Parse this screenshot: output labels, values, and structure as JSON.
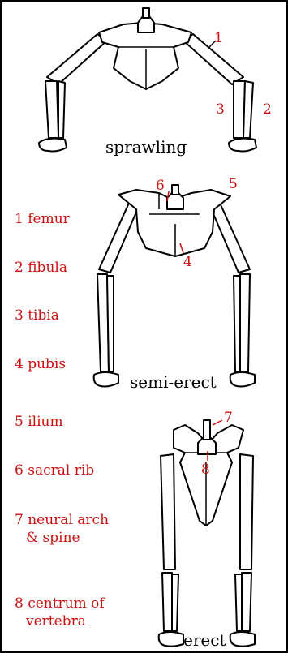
{
  "captions": {
    "sprawling": "sprawling",
    "semi_erect": "semi-erect",
    "erect": "erect"
  },
  "legend": [
    {
      "text": "1 femur"
    },
    {
      "text": "2 fibula"
    },
    {
      "text": "3 tibia"
    },
    {
      "text": "4 pubis"
    },
    {
      "text": "5 ilium"
    },
    {
      "text": "6 sacral rib"
    },
    {
      "text": "7 neural arch",
      "text2": "& spine"
    },
    {
      "text": "8 centrum of",
      "text2": "vertebra"
    }
  ],
  "callouts": {
    "sprawling": [
      "1",
      "3",
      "2"
    ],
    "semi_erect": [
      "6",
      "5",
      "4"
    ],
    "erect": [
      "7",
      "8"
    ]
  },
  "colors": {
    "label": "#cc1111",
    "line": "#000000",
    "background": "#ffffff"
  }
}
